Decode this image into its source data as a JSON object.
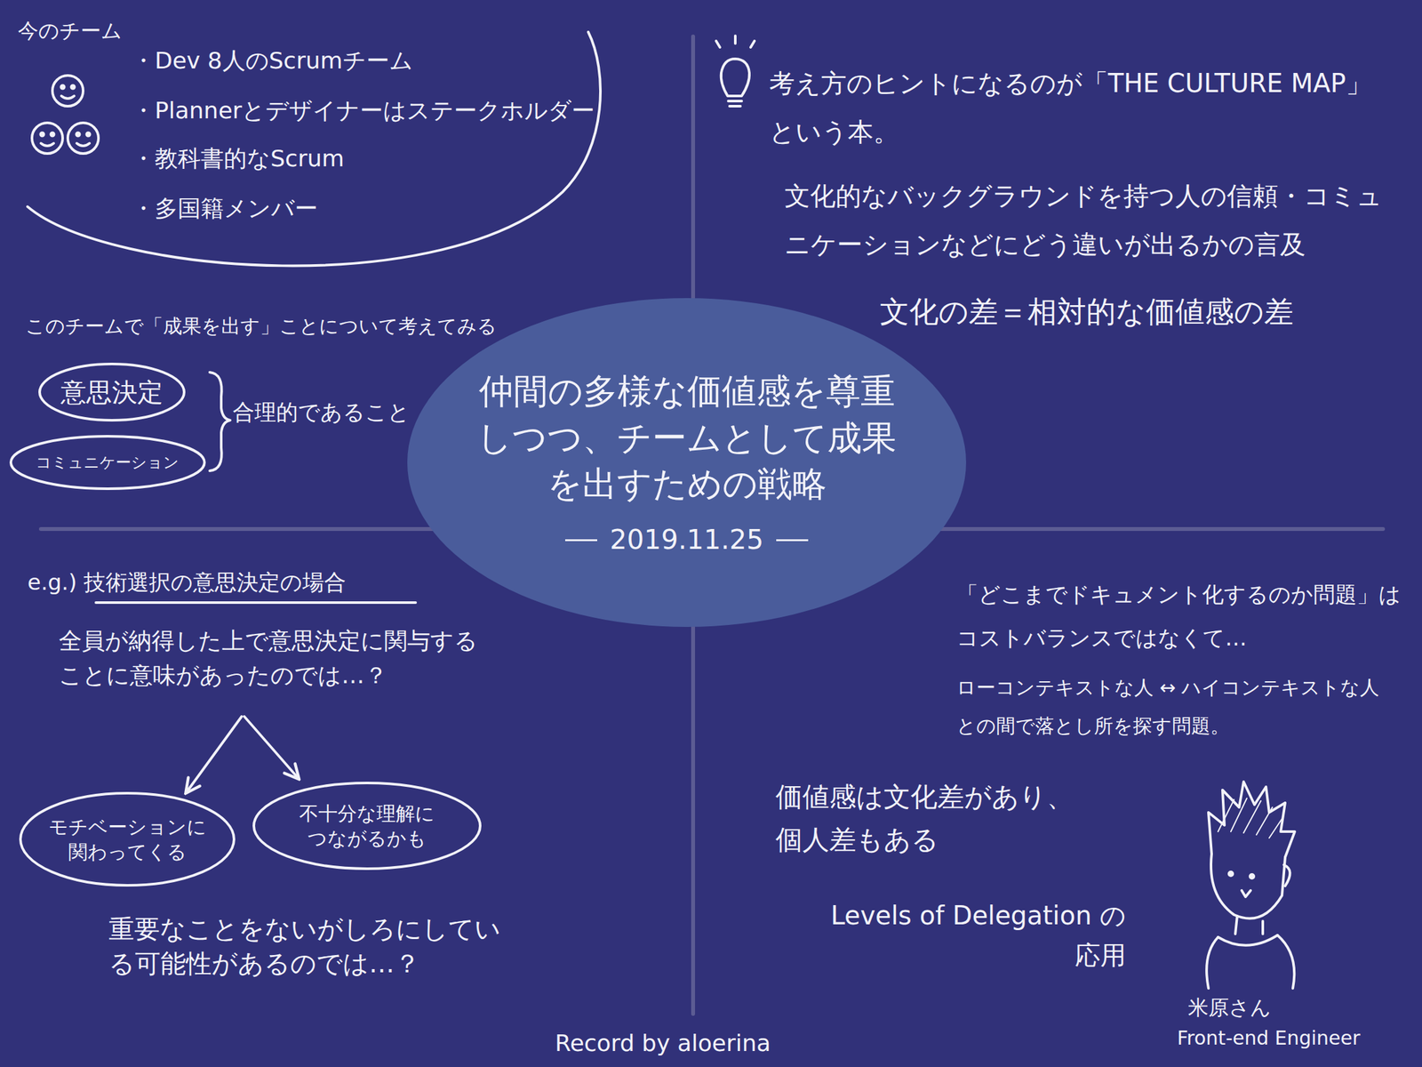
{
  "diagram": {
    "nodes": [
      {
        "text": [
          "仲間の多様な価値感を尊重しつつ、チームとして成果を出すための戦略",
          "2019.11.25"
        ]
      },
      {
        "text": [
          "意思決定"
        ]
      },
      {
        "text": [
          "コミュニケーション"
        ]
      },
      {
        "text": [
          "モチベーションに関わってくる"
        ]
      },
      {
        "text": [
          "不十分な理解につながるかも"
        ]
      }
    ],
    "labels": [
      "今のチーム",
      "・Dev 8人のScrumチーム",
      "・Plannerとデザイナーはステークホルダー",
      "・教科書的なScrum",
      "・多国籍メンバー",
      "このチームで「成果を出す」ことについて考えてみる",
      "合理的であること",
      "e.g.) 技術選択の意思決定の場合",
      "全員が納得した上で意思決定に関与することに意味があったのでは…？",
      "重要なことをないがしろにしている可能性があるのでは…？",
      "考え方のヒントになるのが「THE CULTURE MAP」という本。",
      "文化的なバックグラウンドを持つ人の信頼・コミュニケーションなどにどう違いが出るかの言及",
      "文化の差＝相対的な価値感の差",
      "「どこまでドキュメント化するのか問題」はコストバランスではなくて…",
      "ローコンテキストな人 ↔ ハイコンテキストな人 との間で落とし所を探す問題。",
      "価値感は文化差があり、個人差もある",
      "Levels of Delegation の応用",
      "米原さん",
      "Front-end Engineer",
      "Record by aloerina"
    ]
  }
}
